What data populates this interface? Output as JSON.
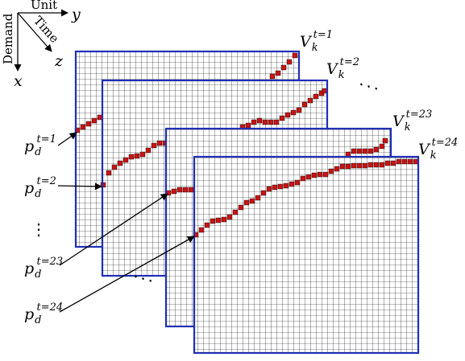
{
  "axes": {
    "unit_label": "Unit",
    "time_label": "Time",
    "demand_label": "Demand",
    "y_var": "y",
    "z_var": "z",
    "x_var": "x"
  },
  "layers": [
    {
      "base": "V",
      "sub": "k",
      "sup": "t=1"
    },
    {
      "base": "V",
      "sub": "k",
      "sup": "t=2"
    },
    {
      "base": "V",
      "sub": "k",
      "sup": "t=23"
    },
    {
      "base": "V",
      "sub": "k",
      "sup": "t=24"
    }
  ],
  "demand_labels": [
    {
      "base": "p",
      "sub": "d",
      "sup": "t=1"
    },
    {
      "base": "p",
      "sub": "d",
      "sup": "t=2"
    },
    {
      "base": "p",
      "sub": "d",
      "sup": "t=23"
    },
    {
      "base": "p",
      "sub": "d",
      "sup": "t=24"
    }
  ],
  "ellipsis": "⋮",
  "ellipsis_h": "⋱",
  "colors": {
    "frame": "#1f2fb4",
    "grid": "#000000",
    "marker": "#c81414",
    "arrow": "#000000"
  }
}
